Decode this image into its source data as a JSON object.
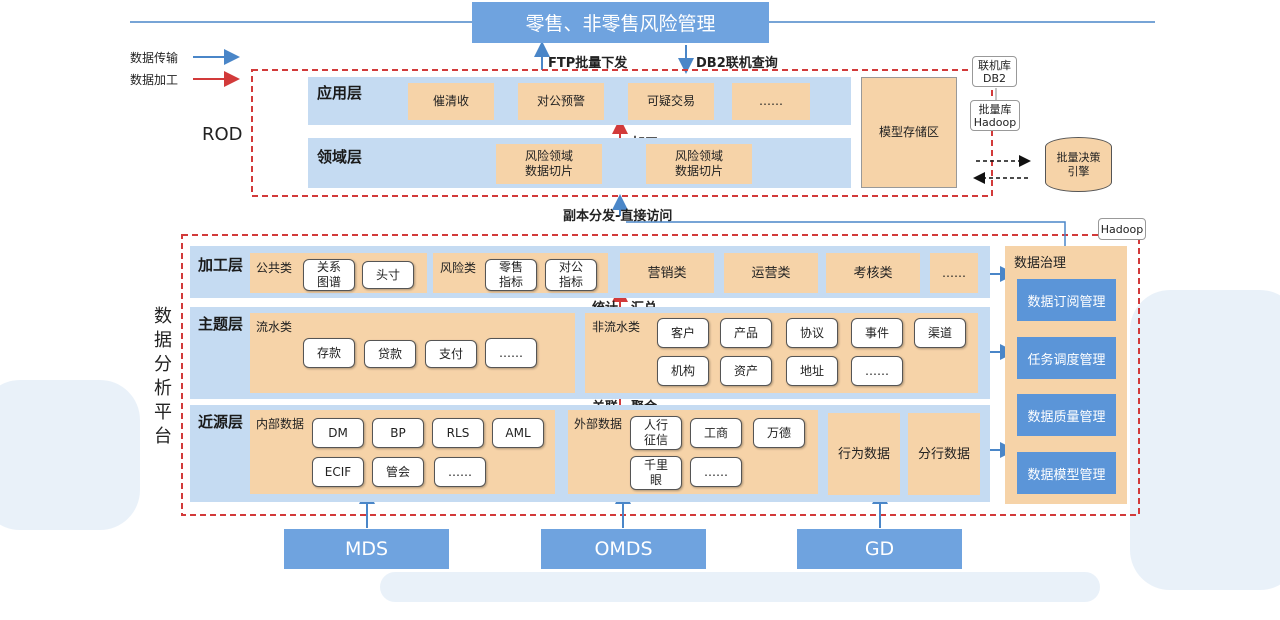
{
  "top_title": "零售、非零售风险管理",
  "legend": {
    "transfer": "数据传输",
    "process": "数据加工"
  },
  "links": {
    "ftp": "FTP批量下发",
    "db2": "DB2联机查询",
    "copy": "副本分发-直接访问"
  },
  "rod_label": "ROD",
  "rod": {
    "app_layer": {
      "title": "应用层",
      "items": [
        "催清收",
        "对公预警",
        "可疑交易",
        "……"
      ]
    },
    "process_arrow_label": "加工",
    "domain_layer": {
      "title": "领域层",
      "items": [
        "风险领域\n数据切片",
        "风险领域\n数据切片"
      ]
    },
    "model_store": "模型存储区"
  },
  "side_db": {
    "online_db": "联机库\nDB2",
    "batch_db": "批量库\nHadoop",
    "decision_engine": "批量决策引擎"
  },
  "hadoop_tag": "Hadoop",
  "platform_label": [
    "数",
    "据",
    "分",
    "析",
    "平",
    "台"
  ],
  "processing_layer": {
    "title": "加工层",
    "public": {
      "label": "公共类",
      "items": [
        "关系\n图谱",
        "头寸"
      ]
    },
    "risk": {
      "label": "风险类",
      "items": [
        "零售\n指标",
        "对公\n指标"
      ]
    },
    "others": [
      "营销类",
      "运营类",
      "考核类",
      "……"
    ]
  },
  "stat_label": "统计、汇总",
  "theme_layer": {
    "title": "主题层",
    "flow": {
      "label": "流水类",
      "items": [
        "存款",
        "贷款",
        "支付",
        "……"
      ]
    },
    "nonflow": {
      "label": "非流水类",
      "row1": [
        "客户",
        "产品",
        "协议",
        "事件",
        "渠道"
      ],
      "row2": [
        "机构",
        "资产",
        "地址",
        "……"
      ]
    }
  },
  "assoc_label": "关联、聚合",
  "source_layer": {
    "title": "近源层",
    "internal": {
      "label": "内部数据",
      "row1": [
        "DM",
        "BP",
        "RLS",
        "AML"
      ],
      "row2": [
        "ECIF",
        "管会",
        "……"
      ]
    },
    "external": {
      "label": "外部数据",
      "row1": [
        "人行\n征信",
        "工商",
        "万德"
      ],
      "row2": [
        "千里\n眼",
        "……"
      ]
    },
    "behavior": "行为数据",
    "branch": "分行数据"
  },
  "governance": {
    "title": "数据治理",
    "items": [
      "数据订阅管理",
      "任务调度管理",
      "数据质量管理",
      "数据模型管理"
    ]
  },
  "sources": [
    "MDS",
    "OMDS",
    "GD"
  ],
  "colors": {
    "blue": "#6fa3df",
    "peach": "#f6d3a8",
    "layer": "#c5dbf2",
    "red": "#d23a3a",
    "arrow_blue": "#4a86c8"
  }
}
